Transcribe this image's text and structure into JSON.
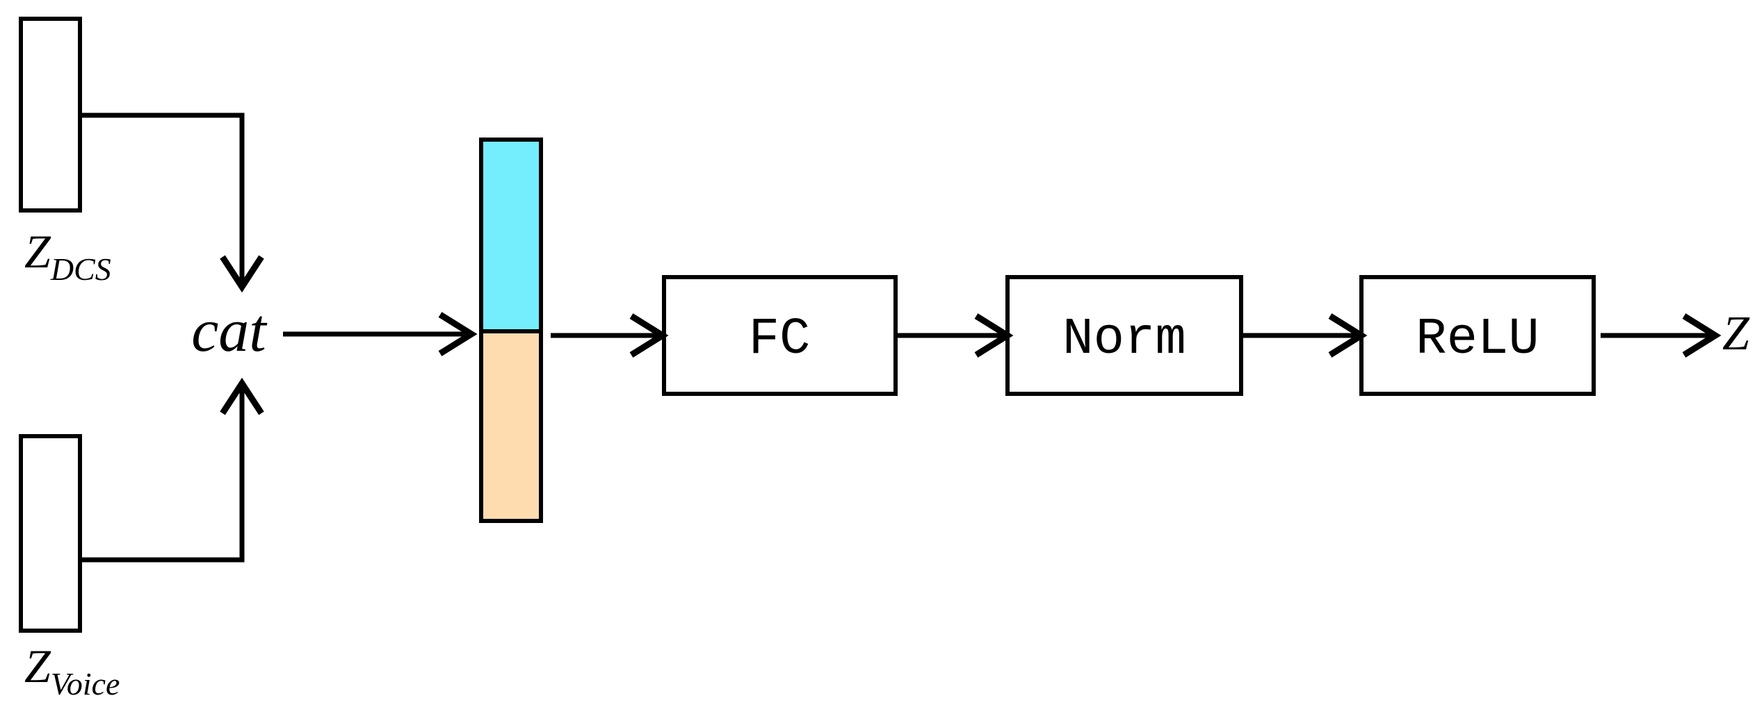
{
  "colors": {
    "cyan": "#74eefd",
    "orange": "#fedcb0",
    "box_fill": "#c0f4fc",
    "stroke": "#000000",
    "background": "#ffffff"
  },
  "labels": {
    "z_dcs": {
      "base": "Z",
      "sub": "DCS"
    },
    "z_voice": {
      "base": "Z",
      "sub": "Voice"
    },
    "cat": "cat",
    "output": "Z"
  },
  "boxes": [
    {
      "label": "FC"
    },
    {
      "label": "Norm"
    },
    {
      "label": "ReLU"
    }
  ]
}
